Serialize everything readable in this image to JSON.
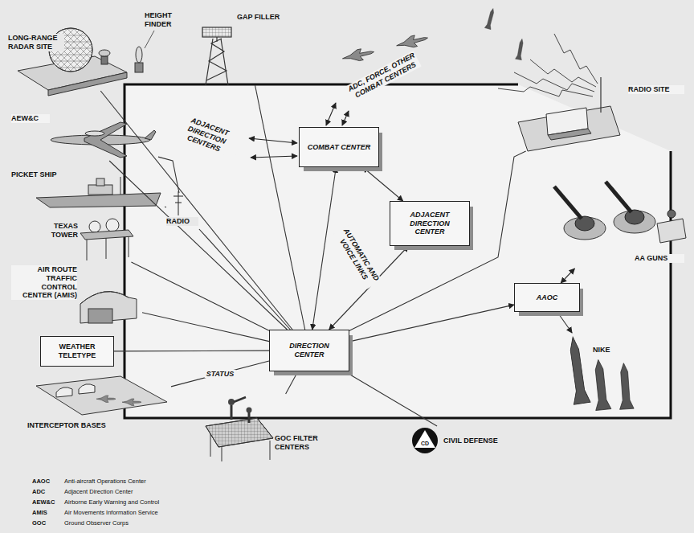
{
  "diagram": {
    "nodes": [
      {
        "text": [
          "LONG-RANGE RADAR SITE"
        ]
      },
      {
        "text": [
          "HEIGHT FINDER"
        ]
      },
      {
        "text": [
          "GAP FILLER"
        ]
      },
      {
        "text": [
          "RADIO SITE"
        ]
      },
      {
        "text": [
          "AEW&C"
        ]
      },
      {
        "text": [
          "COMBAT CENTER"
        ]
      },
      {
        "text": [
          "PICKET SHIP"
        ]
      },
      {
        "text": [
          "ADJACENT DIRECTION CENTER"
        ]
      },
      {
        "text": [
          "RADIO"
        ]
      },
      {
        "text": [
          "TEXAS TOWER"
        ]
      },
      {
        "text": [
          "AA GUNS"
        ]
      },
      {
        "text": [
          "AAOC"
        ]
      },
      {
        "text": [
          "AIR ROUTE TRAFFIC CONTROL CENTER (AMIS)"
        ]
      },
      {
        "text": [
          "WEATHER TELETYPE"
        ]
      },
      {
        "text": [
          "DIRECTION CENTER"
        ]
      },
      {
        "text": [
          "NIKE"
        ]
      },
      {
        "text": [
          "INTERCEPTOR BASES"
        ]
      },
      {
        "text": [
          "GOC FILTER CENTERS"
        ]
      },
      {
        "text": [
          "CD",
          "CIVIL DEFENSE"
        ]
      }
    ],
    "edges": [
      {
        "from": 14,
        "to": 0,
        "arrow": "none"
      },
      {
        "from": 14,
        "to": 2,
        "arrow": "none"
      },
      {
        "from": 14,
        "to": 4,
        "arrow": "none"
      },
      {
        "from": 14,
        "to": 8,
        "arrow": "none"
      },
      {
        "from": 14,
        "to": 9,
        "arrow": "none"
      },
      {
        "from": 14,
        "to": 12,
        "arrow": "none"
      },
      {
        "from": 14,
        "to": 13,
        "arrow": "none"
      },
      {
        "from": 14,
        "to": 16,
        "label": "STATUS",
        "arrow": "none"
      },
      {
        "from": 14,
        "to": 17,
        "arrow": "none"
      },
      {
        "from": 14,
        "to": 18,
        "arrow": "none"
      },
      {
        "from": 14,
        "to": 3,
        "arrow": "none"
      },
      {
        "from": 14,
        "to": 11,
        "arrow": "to"
      },
      {
        "from": 14,
        "to": 5,
        "arrow": "both"
      },
      {
        "from": 14,
        "to": 7,
        "arrow": "both"
      },
      {
        "from": 5,
        "to": 7,
        "arrow": "both"
      },
      {
        "from": 11,
        "to": 10,
        "arrow": "both"
      },
      {
        "from": 11,
        "to": 15,
        "arrow": "to"
      },
      {
        "from": 4,
        "to": 8,
        "arrow": "none"
      },
      {
        "from": 6,
        "to": 8,
        "arrow": "none"
      }
    ],
    "labels": [
      "ADC, FORCE, OTHER COMBAT CENTERS",
      "ADJACENT DIRECTION CENTERS",
      "AUTOMATIC AND VOICE LINKS",
      "AAOC",
      "Anti-aircraft Operations Center",
      "ADC",
      "Adjacent Direction Center",
      "AEW&C",
      "Airborne Early Warning and Control",
      "AMIS",
      "Air Movements Information Service",
      "GOC",
      "Ground Observer Corps"
    ]
  }
}
